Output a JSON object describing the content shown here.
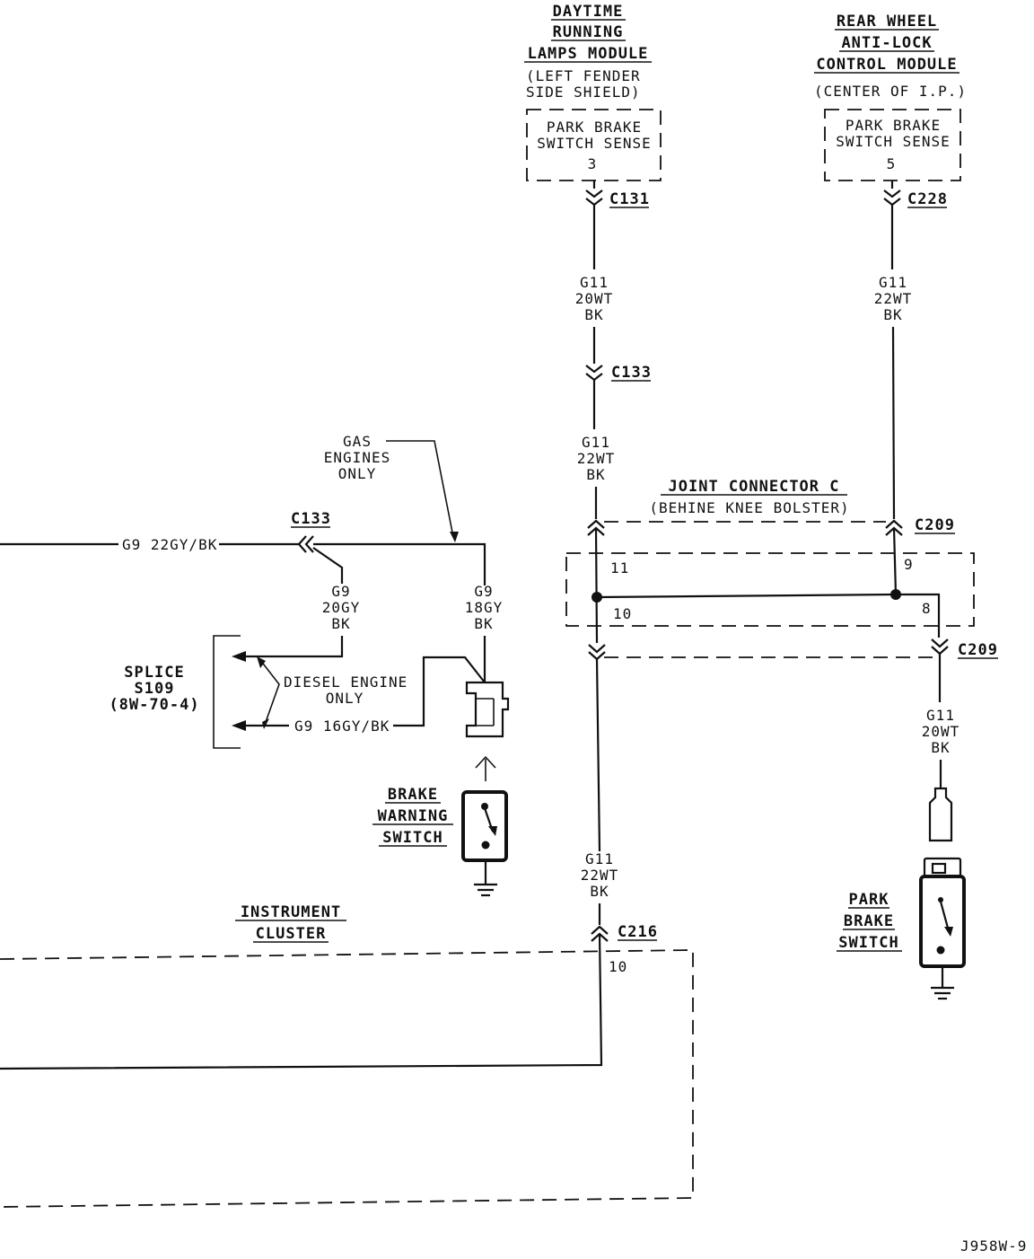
{
  "modules": {
    "drl": {
      "title": [
        "DAYTIME",
        "RUNNING",
        "LAMPS MODULE"
      ],
      "location": [
        "(LEFT FENDER",
        "SIDE SHIELD)"
      ],
      "pin_label": [
        "PARK BRAKE",
        "SWITCH SENSE"
      ],
      "pin": "3"
    },
    "rwal": {
      "title": [
        "REAR WHEEL",
        "ANTI-LOCK",
        "CONTROL MODULE"
      ],
      "location": "(CENTER OF I.P.)",
      "pin_label": [
        "PARK BRAKE",
        "SWITCH SENSE"
      ],
      "pin": "5"
    },
    "joint": {
      "title": "JOINT CONNECTOR C",
      "location": "(BEHINE KNEE BOLSTER)",
      "pins": [
        "11",
        "9",
        "10",
        "8"
      ]
    },
    "splice": {
      "lines": [
        "SPLICE",
        "S109",
        "(8W-70-4)"
      ]
    },
    "brake_warning_switch": [
      "BRAKE",
      "WARNING",
      "SWITCH"
    ],
    "park_brake_switch": [
      "PARK",
      "BRAKE",
      "SWITCH"
    ],
    "instrument_cluster": {
      "lines": [
        "INSTRUMENT",
        "CLUSTER"
      ],
      "pin": "10"
    }
  },
  "connectors": {
    "c131": "C131",
    "c133_vertical": "C133",
    "c133_horizontal": "C133",
    "c228": "C228",
    "c209_top": "C209",
    "c209_bottom": "C209",
    "c216": "C216"
  },
  "wires": {
    "drl_upper": [
      "G11",
      "20WT",
      "BK"
    ],
    "drl_lower": [
      "G11",
      "22WT",
      "BK"
    ],
    "rwal": [
      "G11",
      "22WT",
      "BK"
    ],
    "cluster": [
      "G11",
      "22WT",
      "BK"
    ],
    "park_switch": [
      "G11",
      "20WT",
      "BK"
    ],
    "g9_main": "G9 22GY/BK",
    "g9_splice": [
      "G9",
      "20GY",
      "BK"
    ],
    "g9_brake": [
      "G9",
      "18GY",
      "BK"
    ],
    "g9_diesel": "G9 16GY/BK"
  },
  "notes": {
    "gas_engines_only": [
      "GAS",
      "ENGINES",
      "ONLY"
    ],
    "diesel_engine_only": [
      "DIESEL ENGINE",
      "ONLY"
    ]
  },
  "figure_id": "J958W-9"
}
